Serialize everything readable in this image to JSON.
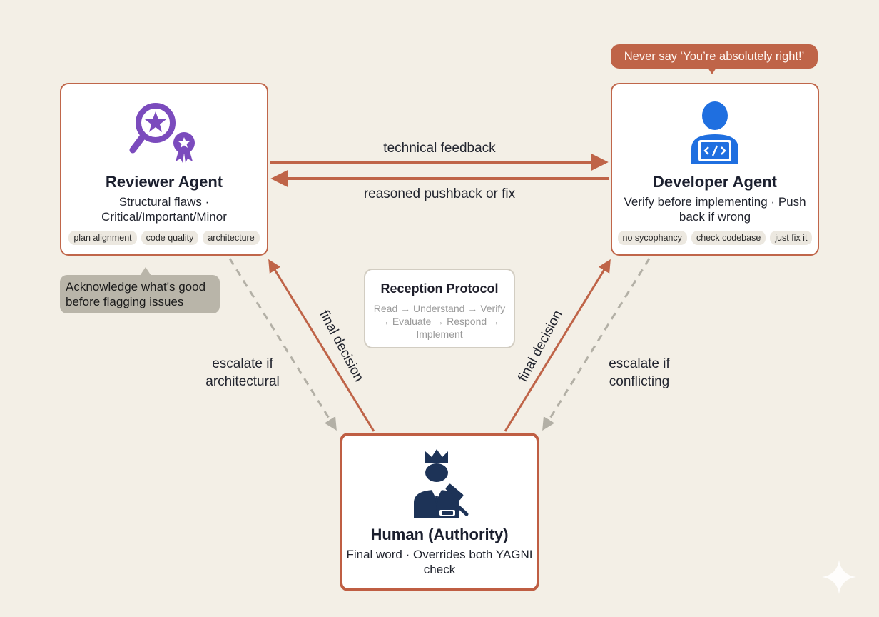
{
  "reviewer": {
    "title": "Reviewer Agent",
    "desc": "Structural flaws · Critical/Important/Minor",
    "tags": [
      "plan alignment",
      "code quality",
      "architecture"
    ],
    "icon": "magnifier-star-badge-icon",
    "accent": "#7b4bbd"
  },
  "developer": {
    "title": "Developer Agent",
    "desc": "Verify before implementing · Push back if wrong",
    "tags": [
      "no sycophancy",
      "check codebase",
      "just fix it"
    ],
    "icon": "developer-laptop-icon",
    "accent": "#1f6fe0"
  },
  "human": {
    "title": "Human (Authority)",
    "desc": "Final word · Overrides both YAGNI check",
    "icon": "crowned-judge-gavel-icon",
    "accent": "#1d3357"
  },
  "callouts": {
    "warning": "Never say ‘You’re absolutely right!’",
    "acknowledge": "Acknowledge what's good before flagging issues"
  },
  "protocol": {
    "title": "Reception Protocol",
    "steps": "Read → Understand → Verify → Evaluate → Respond → Implement"
  },
  "edges": {
    "technical_feedback": "technical feedback",
    "pushback": "reasoned pushback or fix",
    "escalate_architectural": "escalate if architectural",
    "escalate_conflicting": "escalate if conflicting",
    "final_decision_left": "final decision",
    "final_decision_right": "final decision"
  },
  "colors": {
    "background": "#f3efe6",
    "arrow": "#bf6448",
    "dashed_arrow": "#b3b0a6",
    "card_border": "#c0664a"
  }
}
